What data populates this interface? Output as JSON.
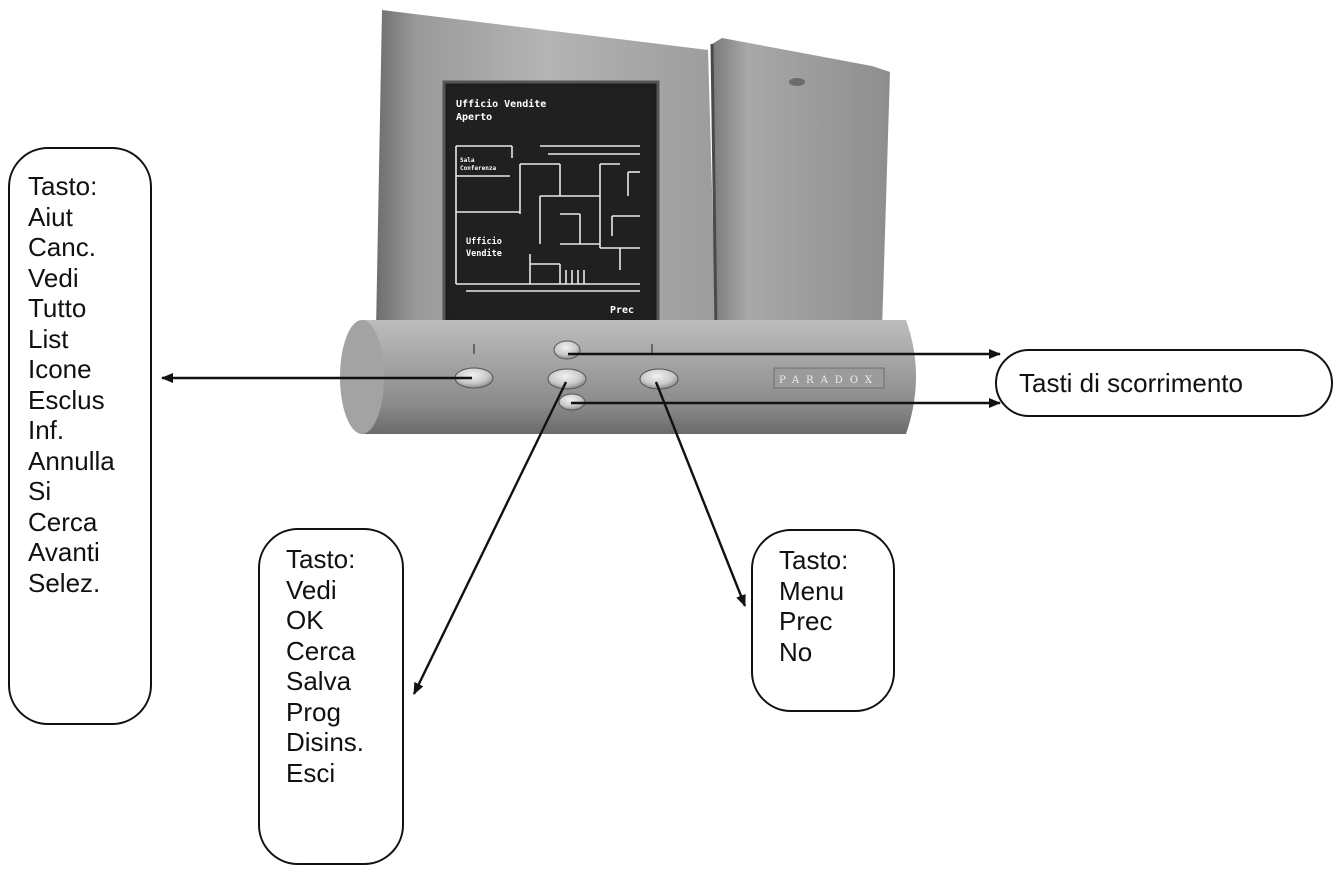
{
  "screen": {
    "title_line1": "Ufficio Vendite",
    "title_line2": "Aperto",
    "room_label_1a": "Sala",
    "room_label_1b": "Conferenza",
    "room_label_2a": "Ufficio",
    "room_label_2b": "Vendite",
    "soft_key_label": "Prec"
  },
  "keypad": {
    "brand": "PARADOX"
  },
  "callouts": {
    "left": {
      "lines": [
        "Tasto:",
        "Aiut",
        "Canc.",
        "Vedi",
        "Tutto",
        "List",
        "Icone",
        "Esclus",
        "Inf.",
        "Annulla",
        "Si",
        "Cerca",
        "Avanti",
        "Selez."
      ]
    },
    "center": {
      "lines": [
        "Tasto:",
        "Vedi",
        "OK",
        "Cerca",
        "Salva",
        "Prog",
        "Disins.",
        "Esci"
      ]
    },
    "right": {
      "lines": [
        "Tasto:",
        "Menu",
        "Prec",
        "No"
      ]
    },
    "scroll": {
      "label": "Tasti di scorrimento"
    }
  }
}
